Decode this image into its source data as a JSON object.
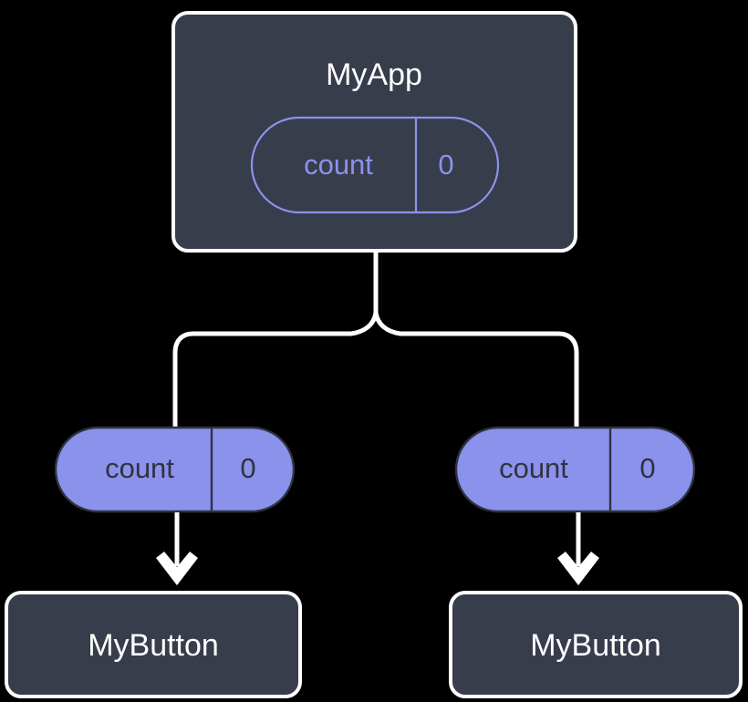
{
  "diagram": {
    "title_text": "MyApp",
    "background_color": "#000000",
    "card_fill": "#383d4c",
    "card_border": "#ffffff",
    "accent_color": "#8b92ec",
    "connector_color": "#ffffff",
    "pill_text_dark": "#2f3340"
  },
  "root_node": {
    "label": "MyApp",
    "state_pill": {
      "key": "count",
      "value": "0",
      "style": "outline"
    }
  },
  "branches": [
    {
      "side": "left",
      "state_pill": {
        "key": "count",
        "value": "0",
        "style": "filled"
      },
      "child": {
        "label": "MyButton"
      }
    },
    {
      "side": "right",
      "state_pill": {
        "key": "count",
        "value": "0",
        "style": "filled"
      },
      "child": {
        "label": "MyButton"
      }
    }
  ]
}
